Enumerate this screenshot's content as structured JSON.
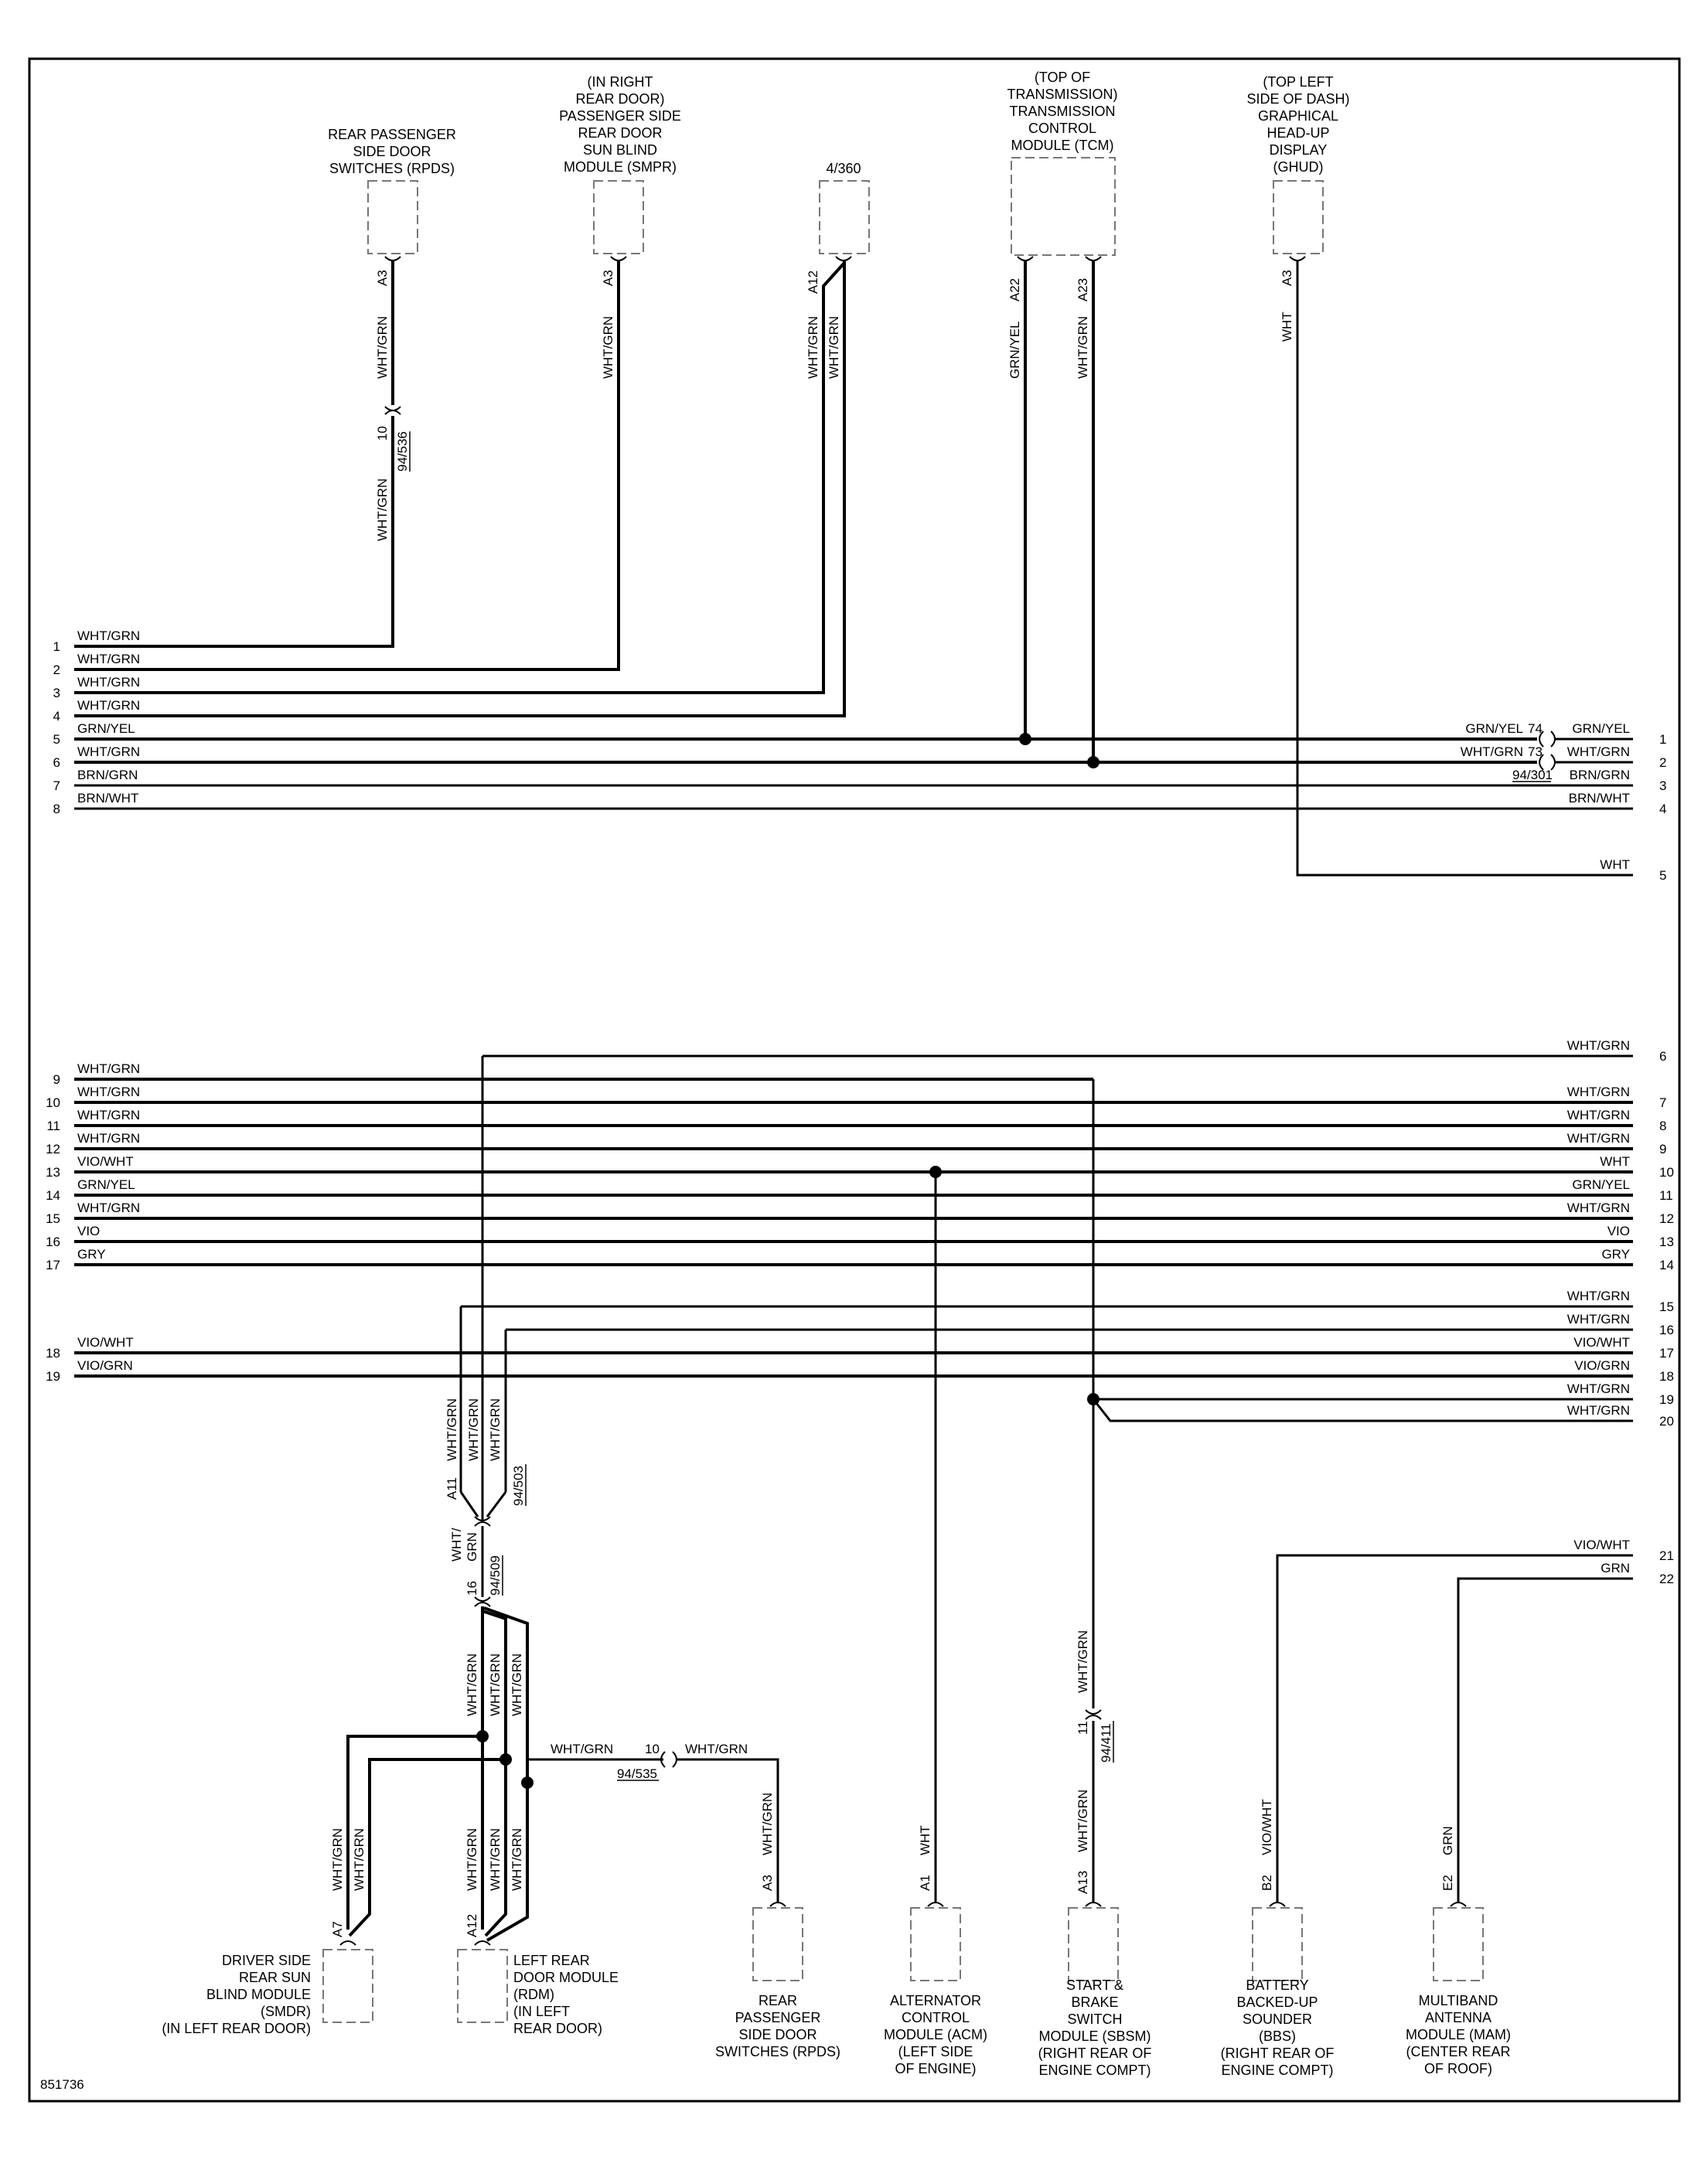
{
  "figure_id": "851736",
  "components": {
    "rpds_top": {
      "lines": [
        "REAR PASSENGER",
        "SIDE DOOR",
        "SWITCHES (RPDS)"
      ],
      "pin": "A3",
      "wire": "WHT/GRN"
    },
    "smpr": {
      "lines": [
        "(IN RIGHT",
        "REAR DOOR)",
        "PASSENGER SIDE",
        "REAR DOOR",
        "SUN BLIND",
        "MODULE (SMPR)"
      ],
      "pin": "A3",
      "wire": "WHT/GRN"
    },
    "conn_4_360": {
      "label": "4/360",
      "pin": "A12",
      "wire1": "WHT/GRN",
      "wire2": "WHT/GRN"
    },
    "tcm": {
      "lines": [
        "(TOP OF",
        "TRANSMISSION)",
        "TRANSMISSION",
        "CONTROL",
        "MODULE (TCM)"
      ],
      "pin1": "A22",
      "wire1": "GRN/YEL",
      "pin2": "A23",
      "wire2": "WHT/GRN"
    },
    "ghud": {
      "lines": [
        "(TOP LEFT",
        "SIDE OF DASH)",
        "GRAPHICAL",
        "HEAD-UP",
        "DISPLAY",
        "(GHUD)"
      ],
      "pin": "A3",
      "wire": "WHT"
    },
    "smdr": {
      "lines": [
        "DRIVER SIDE",
        "REAR SUN",
        "BLIND MODULE",
        "(SMDR)",
        "(IN LEFT REAR DOOR)"
      ],
      "pin": "A7",
      "wire1": "WHT/GRN",
      "wire2": "WHT/GRN"
    },
    "rdm": {
      "lines": [
        "LEFT REAR",
        "DOOR MODULE",
        "(RDM)",
        "(IN LEFT",
        "REAR DOOR)"
      ],
      "pin": "A12",
      "wire1": "WHT/GRN",
      "wire2": "WHT/GRN",
      "wire3": "WHT/GRN"
    },
    "rpds_bottom": {
      "lines": [
        "REAR",
        "PASSENGER",
        "SIDE DOOR",
        "SWITCHES (RPDS)"
      ],
      "pin": "A3",
      "wire": "WHT/GRN"
    },
    "acm": {
      "lines": [
        "ALTERNATOR",
        "CONTROL",
        "MODULE (ACM)",
        "(LEFT SIDE",
        "OF ENGINE)"
      ],
      "pin": "A1",
      "wire": "WHT"
    },
    "sbsm": {
      "lines": [
        "START &",
        "BRAKE",
        "SWITCH",
        "MODULE (SBSM)",
        "(RIGHT REAR OF",
        "ENGINE COMPT)"
      ],
      "pin": "A13",
      "wire": "WHT/GRN"
    },
    "bbs": {
      "lines": [
        "BATTERY",
        "BACKED-UP",
        "SOUNDER",
        "(BBS)",
        "(RIGHT REAR OF",
        "ENGINE COMPT)"
      ],
      "pin": "B2",
      "wire": "VIO/WHT"
    },
    "mam": {
      "lines": [
        "MULTIBAND",
        "ANTENNA",
        "MODULE (MAM)",
        "(CENTER REAR",
        "OF ROOF)"
      ],
      "pin": "E2",
      "wire": "GRN"
    }
  },
  "inline_connectors": {
    "c94_536": {
      "name": "94/536",
      "pin": "10",
      "wire": "WHT/GRN"
    },
    "c74": {
      "pin": "74",
      "wire_left": "GRN/YEL",
      "wire_right": "GRN/YEL"
    },
    "c73": {
      "pin": "73",
      "wire_left": "WHT/GRN",
      "wire_right": "WHT/GRN"
    },
    "c94_301": {
      "name": "94/301"
    },
    "c94_503": {
      "name": "94/503",
      "pin": "A11",
      "wire_a": "WHT/GRN",
      "wire_b": "WHT/GRN",
      "wire_c": "WHT/GRN"
    },
    "c94_509": {
      "name": "94/509",
      "pin": "16",
      "wire_line1": "WHT/",
      "wire_line2": "GRN"
    },
    "c94_535": {
      "name": "94/535",
      "pin": "10",
      "wire_left": "WHT/GRN",
      "wire_right": "WHT/GRN"
    },
    "c94_411": {
      "name": "94/411",
      "pin": "11",
      "wire": "WHT/GRN"
    }
  },
  "left_rows_top": [
    {
      "num": "1",
      "wire": "WHT/GRN"
    },
    {
      "num": "2",
      "wire": "WHT/GRN"
    },
    {
      "num": "3",
      "wire": "WHT/GRN"
    },
    {
      "num": "4",
      "wire": "WHT/GRN"
    },
    {
      "num": "5",
      "wire": "GRN/YEL"
    },
    {
      "num": "6",
      "wire": "WHT/GRN"
    },
    {
      "num": "7",
      "wire": "BRN/GRN"
    },
    {
      "num": "8",
      "wire": "BRN/WHT"
    }
  ],
  "right_rows_top": [
    {
      "num": "1",
      "wire": "GRN/YEL"
    },
    {
      "num": "2",
      "wire": "WHT/GRN"
    },
    {
      "num": "3",
      "wire": "BRN/GRN"
    },
    {
      "num": "4",
      "wire": "BRN/WHT"
    },
    {
      "num": "5",
      "wire": "WHT"
    }
  ],
  "left_rows_bottom": [
    {
      "num": "9",
      "wire": "WHT/GRN"
    },
    {
      "num": "10",
      "wire": "WHT/GRN"
    },
    {
      "num": "11",
      "wire": "WHT/GRN"
    },
    {
      "num": "12",
      "wire": "WHT/GRN"
    },
    {
      "num": "13",
      "wire": "VIO/WHT"
    },
    {
      "num": "14",
      "wire": "GRN/YEL"
    },
    {
      "num": "15",
      "wire": "WHT/GRN"
    },
    {
      "num": "16",
      "wire": "VIO"
    },
    {
      "num": "17",
      "wire": "GRY"
    },
    {
      "num": "18",
      "wire": "VIO/WHT"
    },
    {
      "num": "19",
      "wire": "VIO/GRN"
    }
  ],
  "right_rows_bottom": [
    {
      "num": "6",
      "wire": "WHT/GRN"
    },
    {
      "num": "7",
      "wire": "WHT/GRN"
    },
    {
      "num": "8",
      "wire": "WHT/GRN"
    },
    {
      "num": "9",
      "wire": "WHT/GRN"
    },
    {
      "num": "10",
      "wire": "WHT"
    },
    {
      "num": "11",
      "wire": "GRN/YEL"
    },
    {
      "num": "12",
      "wire": "WHT/GRN"
    },
    {
      "num": "13",
      "wire": "VIO"
    },
    {
      "num": "14",
      "wire": "GRY"
    },
    {
      "num": "15",
      "wire": "WHT/GRN"
    },
    {
      "num": "16",
      "wire": "WHT/GRN"
    },
    {
      "num": "17",
      "wire": "VIO/WHT"
    },
    {
      "num": "18",
      "wire": "VIO/GRN"
    },
    {
      "num": "19",
      "wire": "WHT/GRN"
    },
    {
      "num": "20",
      "wire": "WHT/GRN"
    },
    {
      "num": "21",
      "wire": "VIO/WHT"
    },
    {
      "num": "22",
      "wire": "GRN"
    }
  ]
}
